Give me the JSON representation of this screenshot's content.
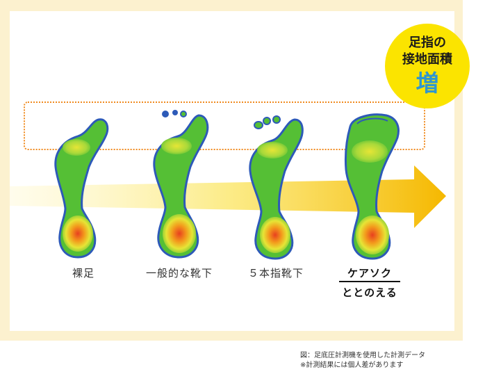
{
  "badge": {
    "line1": "足指の",
    "line2": "接地面積",
    "line3": "増"
  },
  "labels": {
    "barefoot": "裸足",
    "ordinary_socks": "一般的な靴下",
    "five_toe_socks": "５本指靴下",
    "care_sock": "ケアソク",
    "care_sock_sub": "ととのえる"
  },
  "notes": {
    "line1": "図：足底圧計測機を使用した計測データ",
    "line2": "※計測結果には個人差があります"
  },
  "colors": {
    "frame": "#fcf1cf",
    "arrow": "#f7c600",
    "dotted_box": "#f08a1e",
    "badge": "#fbe400",
    "badge_kanji": "#2f96cf",
    "foot_outline": "#2d5ab8",
    "foot_green": "#55bf35",
    "foot_yellow": "#e6e536",
    "foot_orange": "#f39a1c",
    "foot_red": "#e8401f"
  }
}
